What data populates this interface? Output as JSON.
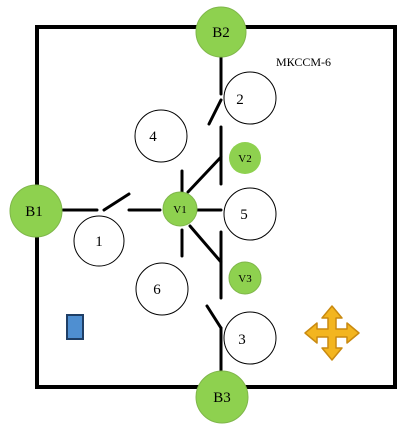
{
  "title": "МКССМ-6",
  "colors": {
    "frame": "#000000",
    "node_fill": "#8ed14f",
    "node_stroke": "#7fb64a",
    "room_fill": "#ffffff",
    "room_stroke": "#000000",
    "marker_fill": "#4f8fd1",
    "marker_stroke": "#1f3f66",
    "move_icon_fill": "#f3b51f",
    "move_icon_stroke": "#c98a10"
  },
  "boundary_nodes": [
    {
      "id": "b2",
      "label": "B2"
    },
    {
      "id": "b1",
      "label": "B1"
    },
    {
      "id": "b3",
      "label": "B3"
    }
  ],
  "inner_nodes": [
    {
      "id": "v2",
      "label": "V2"
    },
    {
      "id": "v1",
      "label": "V1"
    },
    {
      "id": "v3",
      "label": "V3"
    }
  ],
  "rooms": [
    {
      "id": "r1",
      "label": "1"
    },
    {
      "id": "r2",
      "label": "2"
    },
    {
      "id": "r3",
      "label": "3"
    },
    {
      "id": "r4",
      "label": "4"
    },
    {
      "id": "r5",
      "label": "5"
    },
    {
      "id": "r6",
      "label": "6"
    }
  ],
  "icons": {
    "marker": "blue-rectangle-marker",
    "move": "four-way-arrow-icon"
  }
}
